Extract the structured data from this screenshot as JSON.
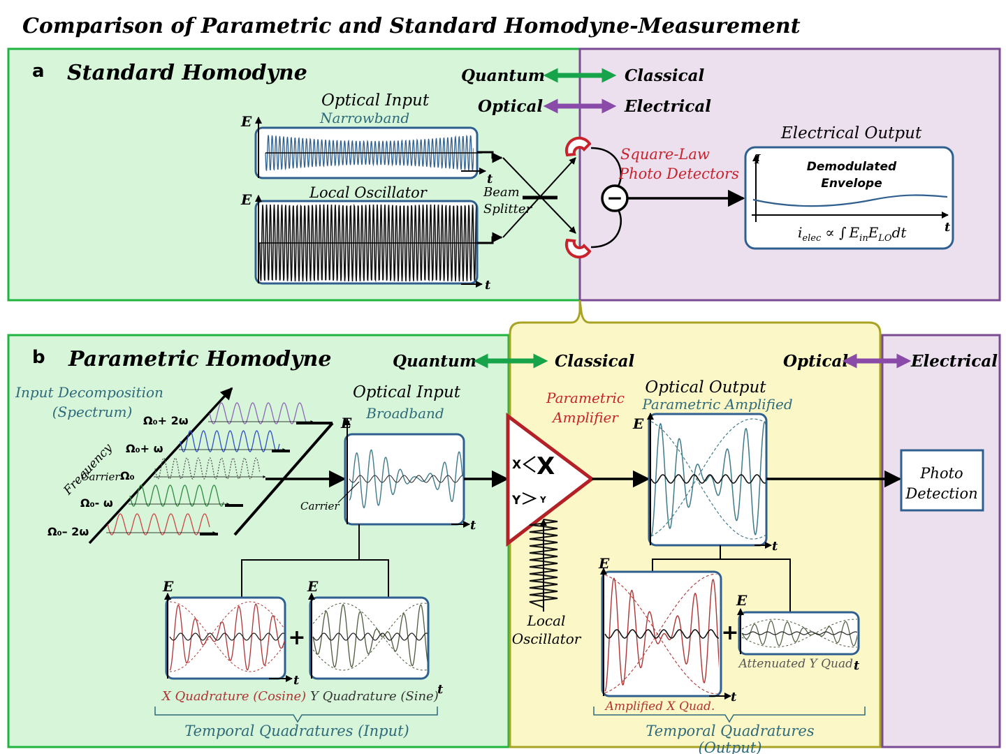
{
  "title": "Comparison of Parametric and Standard Homodyne-Measurement",
  "colors": {
    "green_panel": "#d6f5d9",
    "green_border": "#1fb33f",
    "purple_panel": "#ece0ef",
    "purple_border": "#7a4a92",
    "yellow_panel": "#fbf7c7",
    "yellow_border": "#a8a322",
    "box_border": "#2e5f8e",
    "red_wave": "#b03333",
    "red_text": "#c8232c",
    "teal_text": "#2e6a7a",
    "wave_teal": "#3e7a8a",
    "wave_olive": "#4a5a3a",
    "green_arrow": "#17a34a",
    "purple_arrow": "#8a4aa8"
  },
  "panel_a": {
    "letter": "a",
    "title": "Standard Homodyne",
    "quantum": "Quantum",
    "classical": "Classical",
    "optical": "Optical",
    "electrical": "Electrical",
    "optical_input": "Optical Input",
    "narrowband": "Narrowband",
    "local_oscillator": "Local Oscillator",
    "beam": "Beam",
    "splitter": "Splitter",
    "square_law": "Square-Law",
    "photo_detectors": "Photo Detectors",
    "electrical_output": "Electrical Output",
    "demodulated": "Demodulated",
    "envelope": "Envelope",
    "axis_e": "E",
    "axis_t": "t",
    "axis_i": "I",
    "formula_i": "i",
    "formula_elec": "elec",
    "formula_prop": "∝ ∫",
    "formula_e": "E",
    "formula_in": "in",
    "formula_lo": "LO",
    "formula_dt": "dt",
    "minus": "−"
  },
  "panel_b": {
    "letter": "b",
    "title": "Parametric Homodyne",
    "quantum": "Quantum",
    "classical": "Classical",
    "optical": "Optical",
    "electrical": "Electrical",
    "input_decomposition": "Input Decomposition",
    "spectrum": "(Spectrum)",
    "frequency": "Frequency",
    "freq_labels": [
      "Ω₀+ 2ω",
      "Ω₀+ ω",
      "Ω₀",
      "Ω₀- ω",
      "Ω₀– 2ω"
    ],
    "carrier_small": "Carrier",
    "optical_input": "Optical Input",
    "broadband": "Broadband",
    "carrier": "Carrier",
    "parametric": "Parametric",
    "amplifier": "Amplifier",
    "amp_x_small": "X",
    "amp_x_big": "X",
    "amp_y_small": "Y",
    "amp_y_out": "Y",
    "local": "Local",
    "oscillator": "Oscillator",
    "optical_output": "Optical Output",
    "parametric_amplified": "Parametric Amplified",
    "photo": "Photo",
    "detection": "Detection",
    "x_quadrature": "X  Quadrature (Cosine)",
    "y_quadrature": "Y  Quadrature (Sine)",
    "temporal_input": "Temporal Quadratures (Input)",
    "amplified_x": "Amplified X Quad.",
    "attenuated_y": "Attenuated Y Quad.",
    "temporal_output_1": "Temporal Quadratures",
    "temporal_output_2": "(Output)",
    "plus": "+",
    "axis_e": "E",
    "axis_t": "t"
  }
}
